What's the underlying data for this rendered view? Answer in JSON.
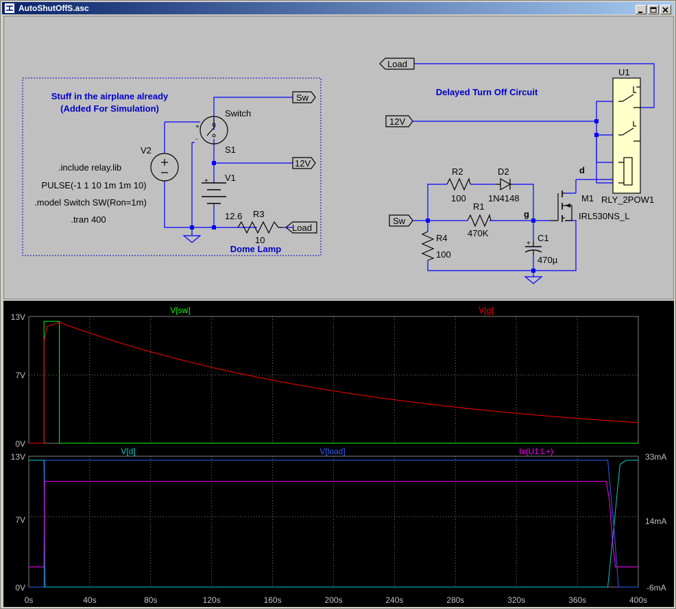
{
  "window": {
    "title": "AutoShutOffS.asc",
    "controls": [
      "minimize",
      "maximize",
      "close"
    ]
  },
  "schematic": {
    "note_line1": "Stuff in the airplane already",
    "note_line2": "(Added For Simulation)",
    "delayed_label": "Delayed Turn Off Circuit",
    "dome_lamp": "Dome Lamp",
    "directives": [
      ".include relay.lib",
      "PULSE(-1 1 10 1m 1m 10)",
      ".model Switch SW(Ron=1m)",
      ".tran 400"
    ],
    "components": {
      "switch": {
        "name": "Switch",
        "ref": "S1"
      },
      "v2": {
        "ref": "V2"
      },
      "v1": {
        "ref": "V1",
        "value": "12.6"
      },
      "r3": {
        "ref": "R3",
        "value": "10"
      },
      "r2": {
        "ref": "R2",
        "value": "100"
      },
      "d2": {
        "ref": "D2",
        "value": "1N4148"
      },
      "r1": {
        "ref": "R1",
        "value": "470K"
      },
      "r4": {
        "ref": "R4",
        "value": "100"
      },
      "c1": {
        "ref": "C1",
        "value": "470µ"
      },
      "m1": {
        "ref": "M1",
        "value": "IRL530NS_L"
      },
      "u1": {
        "ref": "U1",
        "value": "RLY_2POW1"
      }
    },
    "net_labels": {
      "sw_out": "Sw",
      "v12_left": "12V",
      "load_left": "Load",
      "load_right": "Load",
      "v12_right": "12V",
      "sw_in": "Sw",
      "node_d": "d",
      "node_g": "g"
    },
    "pin_marks": {
      "plus": "+",
      "minus": "-"
    }
  },
  "waveform": {
    "panes": [
      {
        "traces": [
          {
            "label": "V[sw]",
            "color": "#00ff00"
          },
          {
            "label": "V[g]",
            "color": "#ff0000"
          }
        ],
        "yticks": [
          "13V",
          "7V",
          "0V"
        ]
      },
      {
        "traces": [
          {
            "label": "V[d]",
            "color": "#00ffff"
          },
          {
            "label": "V[load]",
            "color": "#0000ff"
          },
          {
            "label": "Ix(U1:L+)",
            "color": "#ff00ff"
          }
        ],
        "yticks": [
          "13V",
          "7V",
          "0V"
        ],
        "yticks_right": [
          "33mA",
          "14mA",
          "-6mA"
        ]
      }
    ],
    "xticks": [
      "0s",
      "40s",
      "80s",
      "120s",
      "160s",
      "200s",
      "240s",
      "280s",
      "320s",
      "360s",
      "400s"
    ]
  }
}
